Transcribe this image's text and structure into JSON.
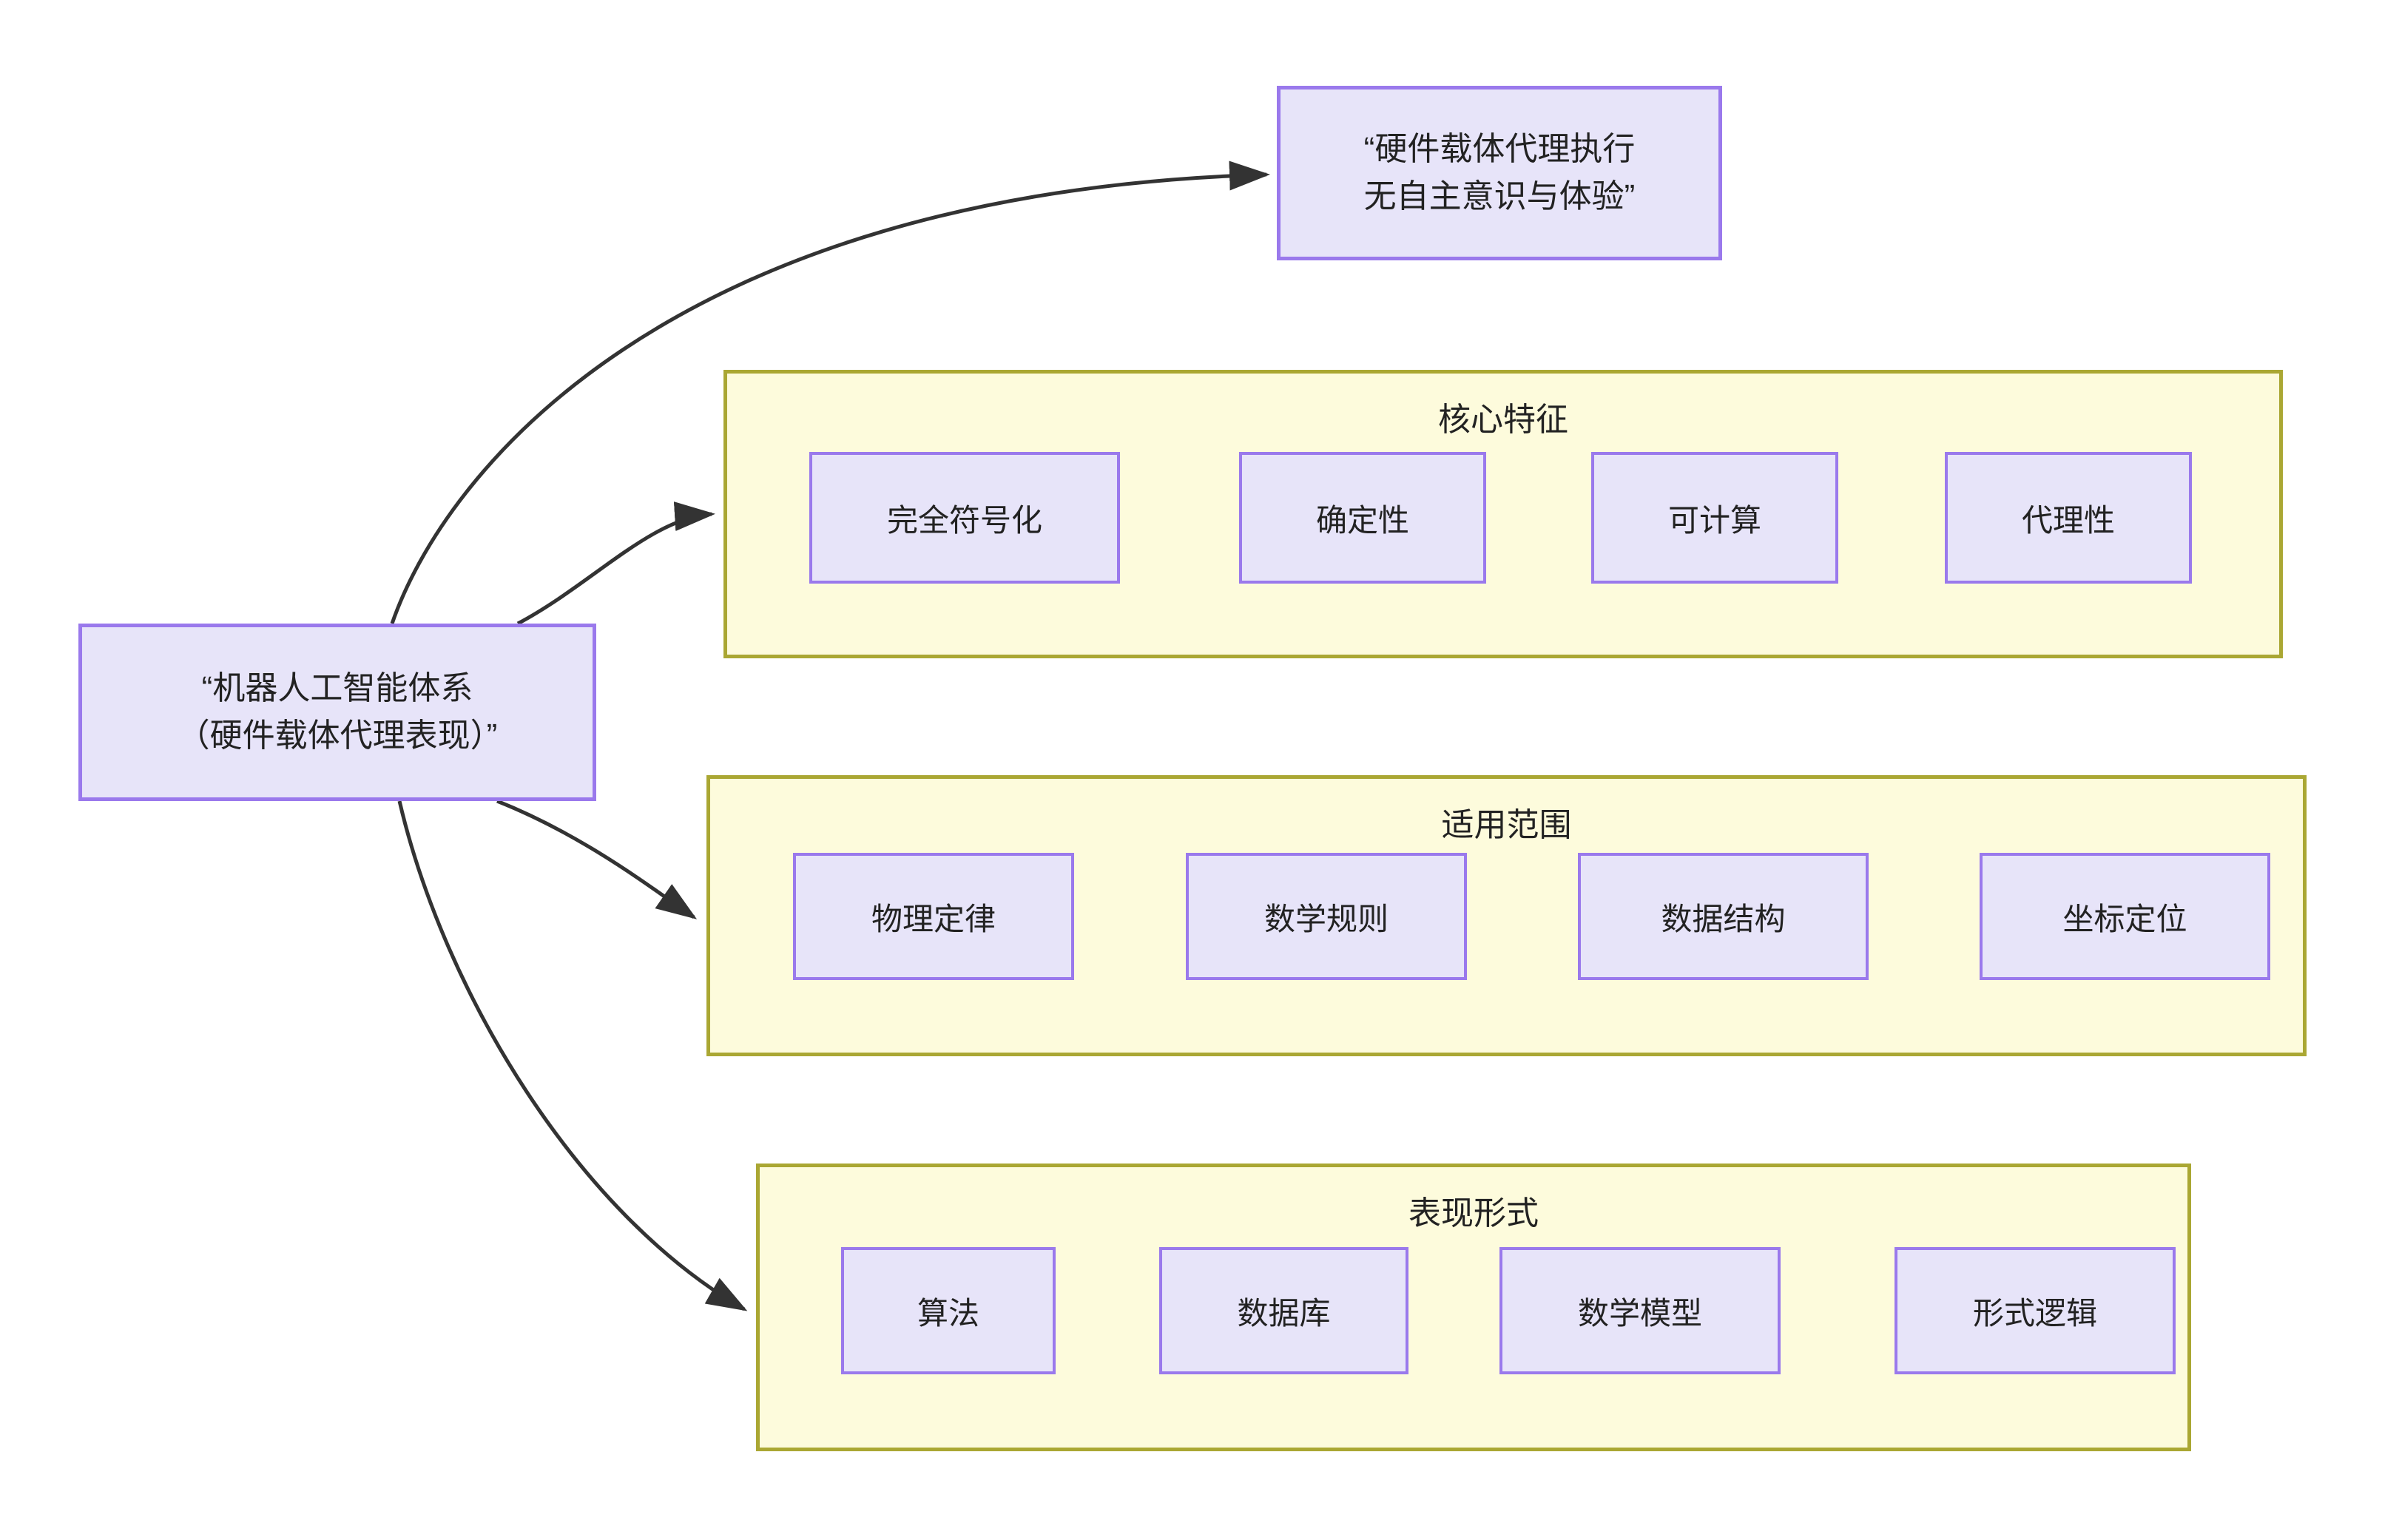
{
  "diagram": {
    "root": {
      "label": "“机器人工智能体系\n（硬件载体代理表现）”"
    },
    "top_node": {
      "label": "“硬件载体代理执行\n无自主意识与体验”"
    },
    "groups": [
      {
        "title": "核心特征",
        "items": [
          {
            "label": "完全符号化"
          },
          {
            "label": "确定性"
          },
          {
            "label": "可计算"
          },
          {
            "label": "代理性"
          }
        ]
      },
      {
        "title": "适用范围",
        "items": [
          {
            "label": "物理定律"
          },
          {
            "label": "数学规则"
          },
          {
            "label": "数据结构"
          },
          {
            "label": "坐标定位"
          }
        ]
      },
      {
        "title": "表现形式",
        "items": [
          {
            "label": "算法"
          },
          {
            "label": "数据库"
          },
          {
            "label": "数学模型"
          },
          {
            "label": "形式逻辑"
          }
        ]
      }
    ],
    "colors": {
      "node_fill": "#e7e4f9",
      "node_border": "#9a79ec",
      "group_fill": "#fdfbdc",
      "group_border": "#aaa733",
      "edge": "#333333",
      "text": "#222222",
      "background": "#ffffff"
    }
  }
}
